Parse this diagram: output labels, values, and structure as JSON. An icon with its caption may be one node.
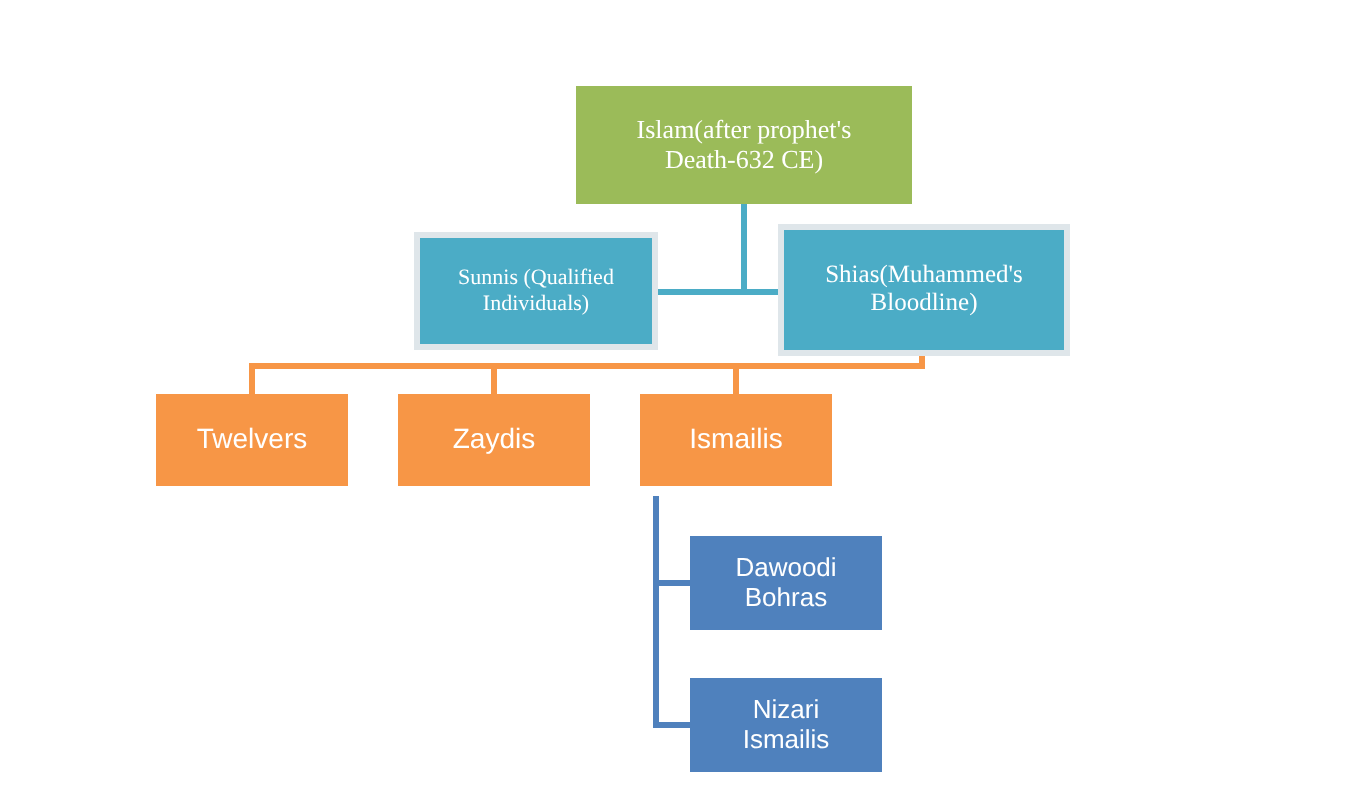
{
  "diagram": {
    "nodes": [
      {
        "text": [
          "Islam(after prophet's Death-632 CE)"
        ]
      },
      {
        "text": [
          "Sunnis (Qualified Individuals)"
        ]
      },
      {
        "text": [
          "Shias(Muhammed's Bloodline)"
        ]
      },
      {
        "text": [
          "Twelvers"
        ]
      },
      {
        "text": [
          "Zaydis"
        ]
      },
      {
        "text": [
          "Ismailis"
        ]
      },
      {
        "text": [
          "Dawoodi Bohras"
        ]
      },
      {
        "text": [
          "Nizari Ismailis"
        ]
      }
    ],
    "edges": [
      {
        "from": 0,
        "to": 1,
        "arrow": "none",
        "color": "#4bacc6"
      },
      {
        "from": 0,
        "to": 2,
        "arrow": "none",
        "color": "#4bacc6"
      },
      {
        "from": 2,
        "to": 3,
        "arrow": "none"
      },
      {
        "from": 2,
        "to": 4,
        "arrow": "none"
      },
      {
        "from": 2,
        "to": 5,
        "arrow": "none"
      },
      {
        "from": 5,
        "to": 6,
        "arrow": "none",
        "color": "#4f81bd"
      },
      {
        "from": 5,
        "to": 7,
        "arrow": "none",
        "color": "#4f81bd"
      }
    ]
  }
}
